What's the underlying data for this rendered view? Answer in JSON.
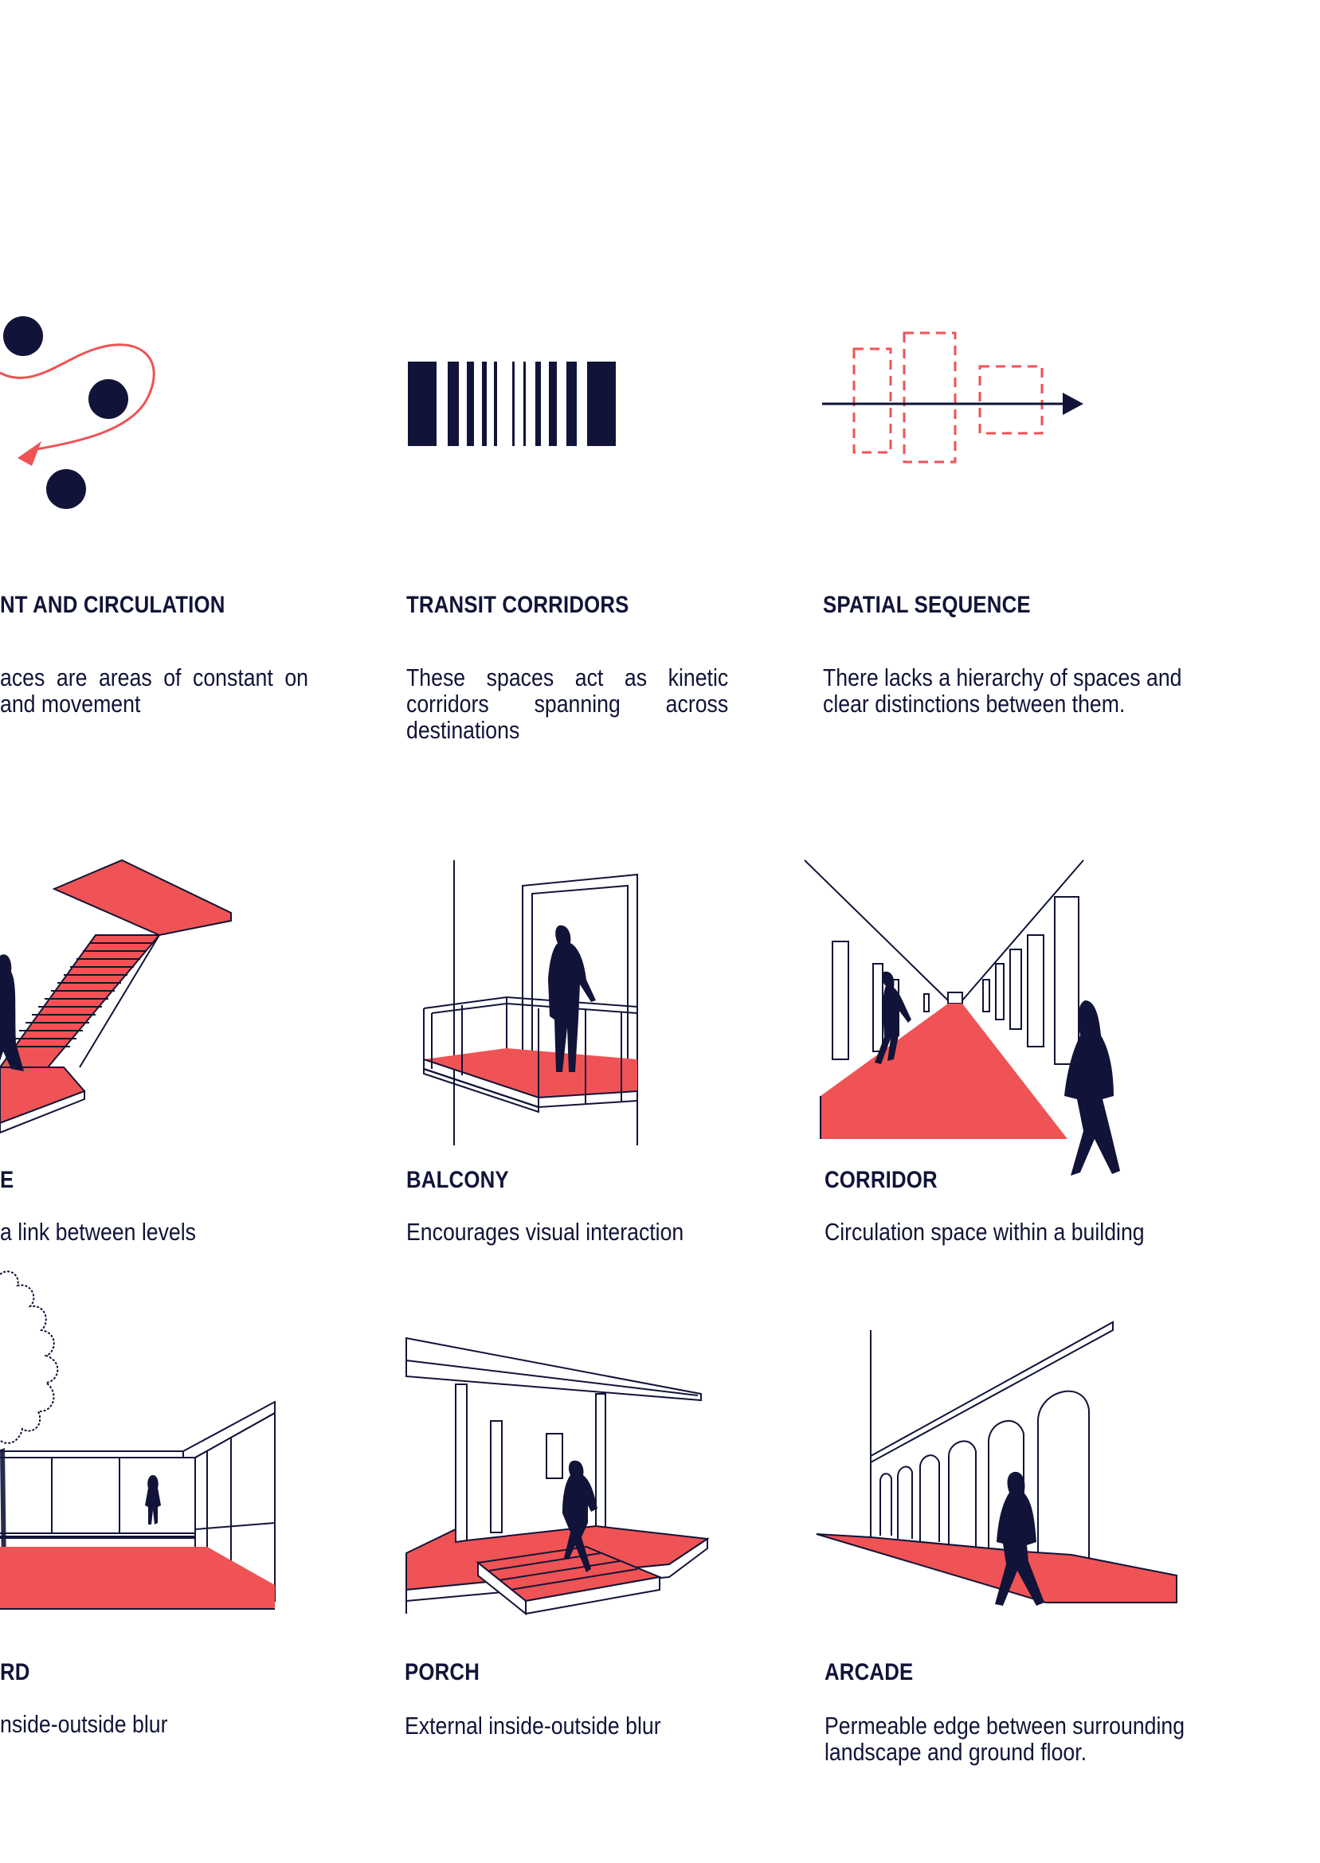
{
  "colors": {
    "navy": "#111438",
    "red": "#ef5355",
    "background": "#ffffff"
  },
  "concepts": [
    {
      "title": "NT AND CIRCULATION",
      "desc": "aces are areas of constant on and movement",
      "icon": "circulation-dots-icon"
    },
    {
      "title": "TRANSIT CORRIDORS",
      "desc": "These spaces act as kinetic corridors spanning across destinations",
      "icon": "barcode-stripes-icon"
    },
    {
      "title": "SPATIAL SEQUENCE",
      "desc": "There lacks a hierarchy of spaces and clear distinctions between them.",
      "icon": "sequence-arrow-icon"
    }
  ],
  "elements": [
    {
      "title": "E",
      "desc": "a link between levels",
      "illustration": "staircase-illustration"
    },
    {
      "title": "BALCONY",
      "desc": "Encourages visual interaction",
      "illustration": "balcony-illustration"
    },
    {
      "title": "CORRIDOR",
      "desc": "Circulation space within a building",
      "illustration": "corridor-illustration"
    },
    {
      "title": "RD",
      "desc": "nside-outside blur",
      "illustration": "courtyard-illustration"
    },
    {
      "title": "PORCH",
      "desc": "External inside-outside blur",
      "illustration": "porch-illustration"
    },
    {
      "title": "ARCADE",
      "desc": "Permeable edge between surrounding landscape and ground floor.",
      "illustration": "arcade-illustration"
    }
  ]
}
